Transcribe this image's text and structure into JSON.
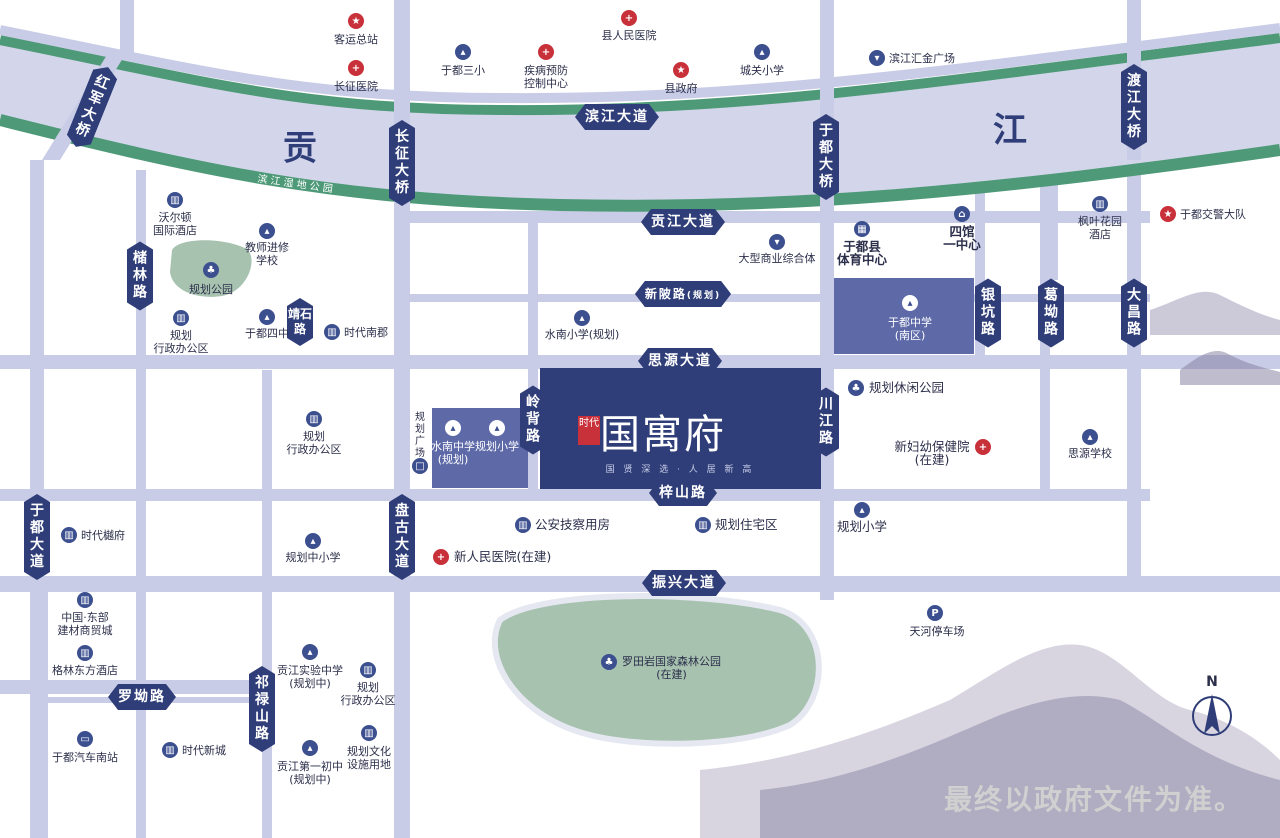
{
  "river": {
    "left": "贡",
    "right": "江",
    "wetland": "滨 江 湿 地 公 园"
  },
  "roads_h": [
    {
      "id": "binjiang",
      "label": "滨江大道"
    },
    {
      "id": "gongjiang",
      "label": "贡江大道"
    },
    {
      "id": "xinpi",
      "label": "新陂路",
      "note": "(规划)"
    },
    {
      "id": "siyuan",
      "label": "思源大道"
    },
    {
      "id": "zishan",
      "label": "梓山路"
    },
    {
      "id": "zhenxing",
      "label": "振兴大道"
    },
    {
      "id": "luoao",
      "label": "罗坳路"
    }
  ],
  "roads_v": [
    {
      "id": "hongjun",
      "label": "红军大桥"
    },
    {
      "id": "changzheng",
      "label": "长征大桥"
    },
    {
      "id": "yudubridge",
      "label": "于都大桥"
    },
    {
      "id": "dujiang",
      "label": "渡江大桥"
    },
    {
      "id": "jianlin",
      "label": "槠林路"
    },
    {
      "id": "jingshi",
      "label": "靖石路"
    },
    {
      "id": "lingbei",
      "label": "岭背路"
    },
    {
      "id": "chuanjiang",
      "label": "川江路"
    },
    {
      "id": "yinkeng",
      "label": "银坑路"
    },
    {
      "id": "geao",
      "label": "葛坳路"
    },
    {
      "id": "dachang",
      "label": "大昌路"
    },
    {
      "id": "yudu",
      "label": "于都大道"
    },
    {
      "id": "pangu",
      "label": "盘古大道"
    },
    {
      "id": "qilushan",
      "label": "祁禄山路"
    }
  ],
  "pois": [
    {
      "id": "keyun",
      "label": "客运总站",
      "icon": "star-icon"
    },
    {
      "id": "changzheng-hosp",
      "label": "长征医院",
      "icon": "hospital-icon"
    },
    {
      "id": "yudu3",
      "label": "于都三小",
      "icon": "school-icon"
    },
    {
      "id": "jibing",
      "label": "疾病预防\n控制中心",
      "icon": "hospital-icon"
    },
    {
      "id": "xianrenmin",
      "label": "县人民医院",
      "icon": "hospital-icon"
    },
    {
      "id": "xianzhengfu",
      "label": "县政府",
      "icon": "star-icon"
    },
    {
      "id": "chengguan",
      "label": "城关小学",
      "icon": "school-icon"
    },
    {
      "id": "huijin",
      "label": "滨江汇金广场",
      "icon": "shopping-icon"
    },
    {
      "id": "walden",
      "label": "沃尔顿\n国际酒店",
      "icon": "building-icon"
    },
    {
      "id": "jiaoshi",
      "label": "教师进修\n学校",
      "icon": "school-icon"
    },
    {
      "id": "guihuapark",
      "label": "规划公园",
      "icon": "tree-icon"
    },
    {
      "id": "xingzheng1",
      "label": "规划\n行政办公区",
      "icon": "building-icon"
    },
    {
      "id": "yudu4",
      "label": "于都四中",
      "icon": "school-icon"
    },
    {
      "id": "shidainanjun",
      "label": "时代南郡",
      "icon": "building-icon"
    },
    {
      "id": "shangye",
      "label": "大型商业综合体",
      "icon": "shopping-icon"
    },
    {
      "id": "tiyu",
      "label": "于都县\n体育中心",
      "icon": "stadium-icon"
    },
    {
      "id": "siguan",
      "label": "四馆\n一中心",
      "icon": "building-icon"
    },
    {
      "id": "fengye",
      "label": "枫叶花园\n酒店",
      "icon": "building-icon"
    },
    {
      "id": "jiaojing",
      "label": "于都交警大队",
      "icon": "star-icon"
    },
    {
      "id": "shuinan",
      "label": "水南小学(规划)",
      "icon": "school-icon"
    },
    {
      "id": "yuduzhongxue",
      "label": "于都中学\n(南区)",
      "icon": "school-icon"
    },
    {
      "id": "xiuxian",
      "label": "规划休闲公园",
      "icon": "tree-icon"
    },
    {
      "id": "xingzheng2",
      "label": "规划\n行政办公区",
      "icon": "building-icon"
    },
    {
      "id": "guangchang",
      "label": "规\n划\n广\n场",
      "icon": "square-icon"
    },
    {
      "id": "shuinanzhong",
      "label": "水南中学\n(规划)",
      "icon": "school-icon"
    },
    {
      "id": "guihuaxiao",
      "label": "规划小学",
      "icon": "school-icon"
    },
    {
      "id": "fuyou",
      "label": "新妇幼保健院\n(在建)",
      "icon": "hospital-icon"
    },
    {
      "id": "siyuanxx",
      "label": "思源学校",
      "icon": "school-icon"
    },
    {
      "id": "shidaiyufu",
      "label": "时代樾府",
      "icon": "building-icon"
    },
    {
      "id": "gongan",
      "label": "公安技察用房",
      "icon": "building-icon"
    },
    {
      "id": "zhuzhai",
      "label": "规划住宅区",
      "icon": "building-icon"
    },
    {
      "id": "guihuaxiao2",
      "label": "规划小学",
      "icon": "school-icon"
    },
    {
      "id": "zhongxiao",
      "label": "规划中小学",
      "icon": "school-icon"
    },
    {
      "id": "xinrenmin",
      "label": "新人民医院(在建)",
      "icon": "hospital-icon"
    },
    {
      "id": "jiancai",
      "label": "中国·东部\n建材商贸城",
      "icon": "building-icon"
    },
    {
      "id": "gelin",
      "label": "格林东方酒店",
      "icon": "building-icon"
    },
    {
      "id": "gongjiangshiyan",
      "label": "贡江实验中学\n(规划中)",
      "icon": "school-icon"
    },
    {
      "id": "xingzheng3",
      "label": "规划\n行政办公区",
      "icon": "building-icon"
    },
    {
      "id": "luotian",
      "label": "罗田岩国家森林公园\n(在建)",
      "icon": "tree-icon"
    },
    {
      "id": "tianhe",
      "label": "天河停车场",
      "icon": "parking-icon"
    },
    {
      "id": "qiche",
      "label": "于都汽车南站",
      "icon": "bus-icon"
    },
    {
      "id": "shidaixincheng",
      "label": "时代新城",
      "icon": "building-icon"
    },
    {
      "id": "diyichu",
      "label": "贡江第一初中\n(规划中)",
      "icon": "school-icon"
    },
    {
      "id": "wenhua",
      "label": "规划文化\n设施用地",
      "icon": "building-icon"
    }
  ],
  "project": {
    "name": "国寓府",
    "tag": "时代",
    "slogan": "国 贤 深 选 · 人 居 新 高"
  },
  "compass": "N",
  "disclaimer": "最终以政府文件为准。",
  "colors": {
    "road": "#c9cce6",
    "river": "#d3d6ea",
    "riverbank": "#4e9a78",
    "sign": "#2f3d78",
    "park": "#a8c2b0",
    "project": "#2f3d78"
  }
}
